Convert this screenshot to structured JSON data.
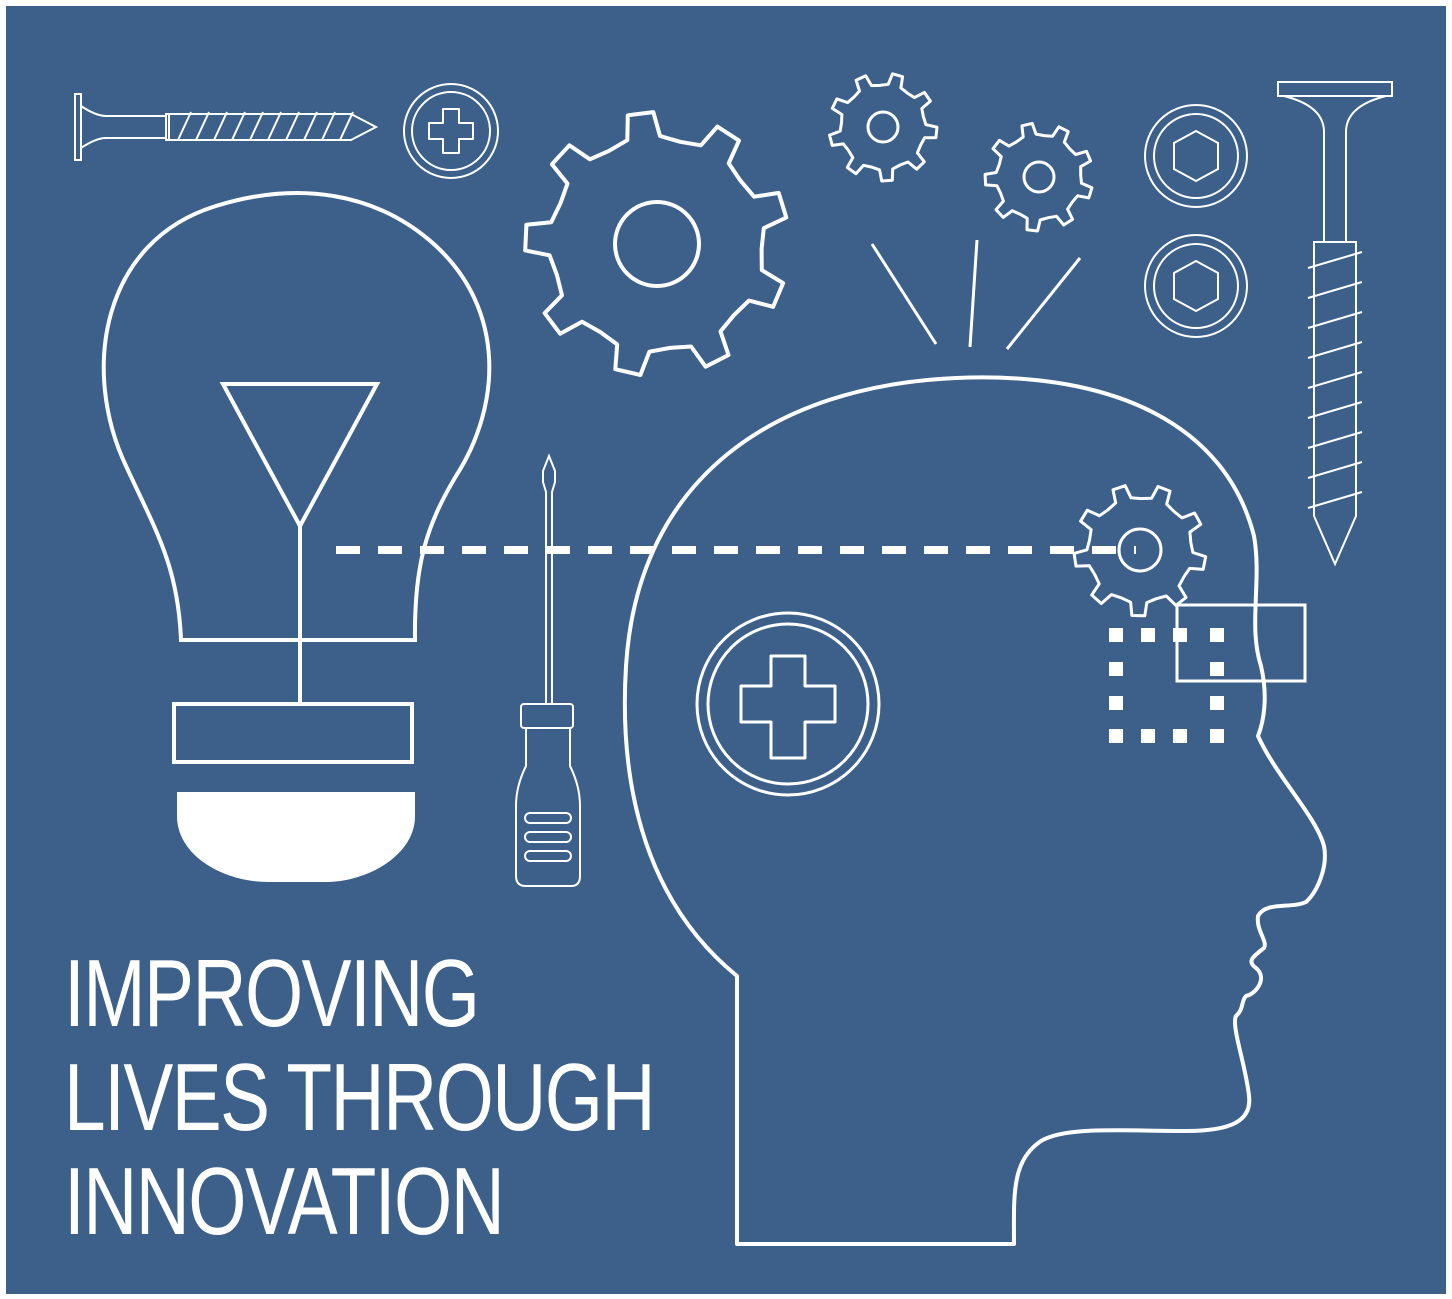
{
  "colors": {
    "background": "#3c6089",
    "line": "#ffffff",
    "page": "#ffffff"
  },
  "headline": {
    "lines": [
      "IMPROVING",
      "LIVES THROUGH",
      "INNOVATION"
    ]
  },
  "icons": [
    "screw-horizontal-icon",
    "phillips-screw-head-icon",
    "large-gear-icon",
    "small-gear-icon",
    "medium-gear-icon",
    "hex-bolt-head-icon",
    "wood-screw-vertical-icon",
    "lightbulb-icon",
    "screwdriver-icon",
    "human-head-profile-icon",
    "circuit-chip-icon"
  ]
}
